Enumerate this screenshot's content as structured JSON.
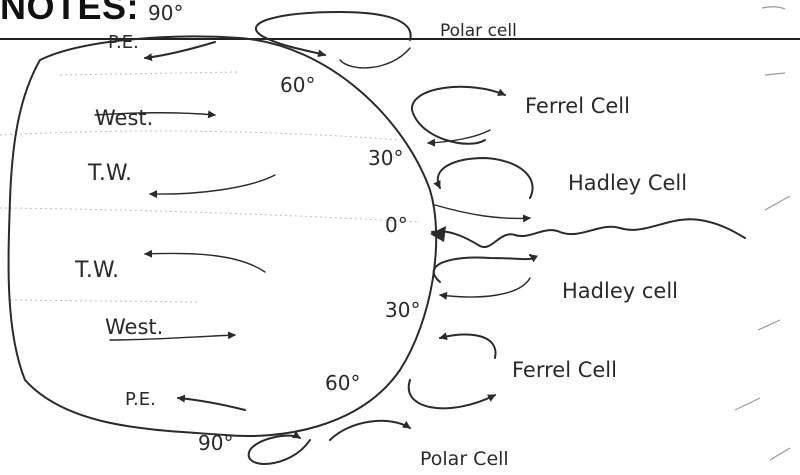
{
  "heading": "NOTES:",
  "latitudes": {
    "n90": "90°",
    "n60": "60°",
    "n30": "30°",
    "eq": "0°",
    "s30": "30°",
    "s60": "60°",
    "s90": "90°"
  },
  "wind_labels": {
    "polar_easterlies_n": "P.E.",
    "westerlies_n": "West.",
    "trade_winds_n": "T.W.",
    "trade_winds_s": "T.W.",
    "westerlies_s": "West.",
    "polar_easterlies_s": "P.E."
  },
  "cell_labels": {
    "polar_n": "Polar cell",
    "ferrel_n": "Ferrel Cell",
    "hadley_n": "Hadley Cell",
    "hadley_s": "Hadley cell",
    "ferrel_s": "Ferrel Cell",
    "polar_s": "Polar Cell"
  },
  "colors": {
    "ink": "#2a2a2a",
    "background": "#ffffff"
  }
}
